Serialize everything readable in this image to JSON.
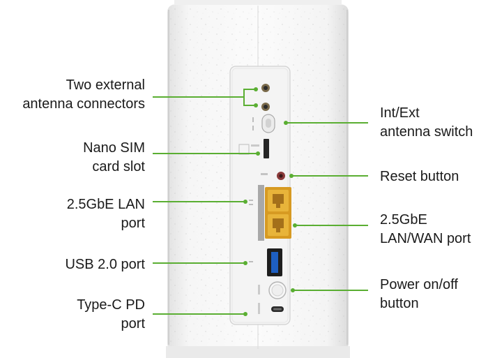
{
  "accent_color": "#5aae32",
  "callouts_left": [
    {
      "id": "antenna-connectors",
      "lines": [
        "Two external",
        "antenna connectors"
      ]
    },
    {
      "id": "nano-sim-slot",
      "lines": [
        "Nano SIM",
        "card slot"
      ]
    },
    {
      "id": "lan-port",
      "lines": [
        "2.5GbE LAN",
        "port"
      ]
    },
    {
      "id": "usb-port",
      "lines": [
        "USB 2.0 port"
      ]
    },
    {
      "id": "type-c-port",
      "lines": [
        "Type-C PD",
        "port"
      ]
    }
  ],
  "callouts_right": [
    {
      "id": "antenna-switch",
      "lines": [
        "Int/Ext",
        "antenna switch"
      ]
    },
    {
      "id": "reset-button",
      "lines": [
        "Reset button"
      ]
    },
    {
      "id": "lan-wan-port",
      "lines": [
        "2.5GbE",
        "LAN/WAN port"
      ]
    },
    {
      "id": "power-button",
      "lines": [
        "Power on/off",
        "button"
      ]
    }
  ]
}
